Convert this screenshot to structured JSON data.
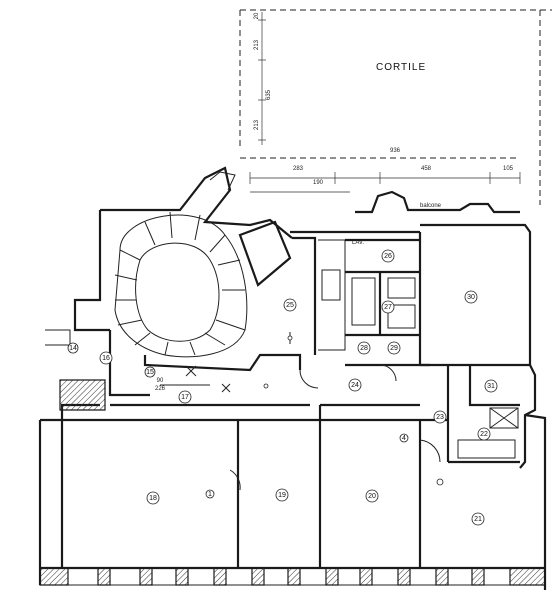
{
  "labels": {
    "courtyard": "CORTILE",
    "balcony": "balcone",
    "laundry": "LAV."
  },
  "dimensions": {
    "d1": "20",
    "d2": "213",
    "d3": "635",
    "d4": "213",
    "d5": "936",
    "d6": "283",
    "d7": "190",
    "d8": "458",
    "d9": "105",
    "d10": "90",
    "d11": "226"
  },
  "rooms": {
    "r14": "14",
    "r15": "15",
    "r16": "16",
    "r17": "17",
    "r18": "18",
    "r19": "19",
    "r20": "20",
    "r21": "21",
    "r22": "22",
    "r23": "23",
    "r24": "24",
    "r25": "25",
    "r26": "26",
    "r27": "27",
    "r28": "28",
    "r29": "29",
    "r30": "30",
    "r31": "31",
    "r1": "1",
    "r4": "4"
  }
}
